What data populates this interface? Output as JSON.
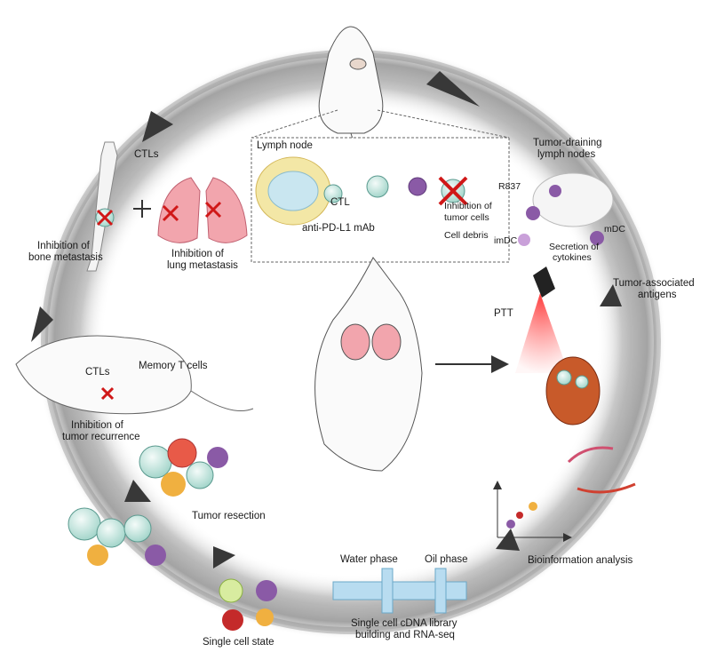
{
  "labels": {
    "lymph_node": "Lymph node",
    "ctl": "CTL",
    "inhibition_tumor_cells_1": "Inhibition of",
    "inhibition_tumor_cells_2": "tumor cells",
    "anti_pdl1": "anti-PD-L1 mAb",
    "cell_debris": "Cell debris",
    "ctls_top": "CTLs",
    "inhibition_bone_1": "Inhibition of",
    "inhibition_bone_2": "bone metastasis",
    "inhibition_lung_1": "Inhibition of",
    "inhibition_lung_2": "lung metastasis",
    "tdln_1": "Tumor-draining",
    "tdln_2": "lymph nodes",
    "r837": "R837",
    "imdc": "imDC",
    "mdc": "mDC",
    "secretion_1": "Secretion of",
    "secretion_2": "cytokines",
    "taa_1": "Tumor-associated",
    "taa_2": "antigens",
    "ptt": "PTT",
    "ctls_mid": "CTLs",
    "memory_t": "Memory T cells",
    "inhibition_recur_1": "Inhibition of",
    "inhibition_recur_2": "tumor recurrence",
    "tumor_resection": "Tumor resection",
    "single_cell_state": "Single cell state",
    "water_phase": "Water phase",
    "oil_phase": "Oil phase",
    "cdna_1": "Single cell cDNA library",
    "cdna_2": "building and RNA-seq",
    "bioinfo": "Bioinformation analysis"
  },
  "colors": {
    "ring": "#8a8a8a",
    "arrow": "#3a3a3a",
    "tumor_cell": "#bfe3dc",
    "dc_purple": "#8a5aa6",
    "lung": "#f0a0a8",
    "laser": "#e02020",
    "red_x": "#d01818"
  },
  "icons": [
    "mouse-icon",
    "bone-icon",
    "lung-icon",
    "laser-icon",
    "nanoparticle-icon",
    "dendritic-cell-icon",
    "t-cell-icon",
    "microfluidic-chip-icon",
    "scatter-plot-icon"
  ]
}
